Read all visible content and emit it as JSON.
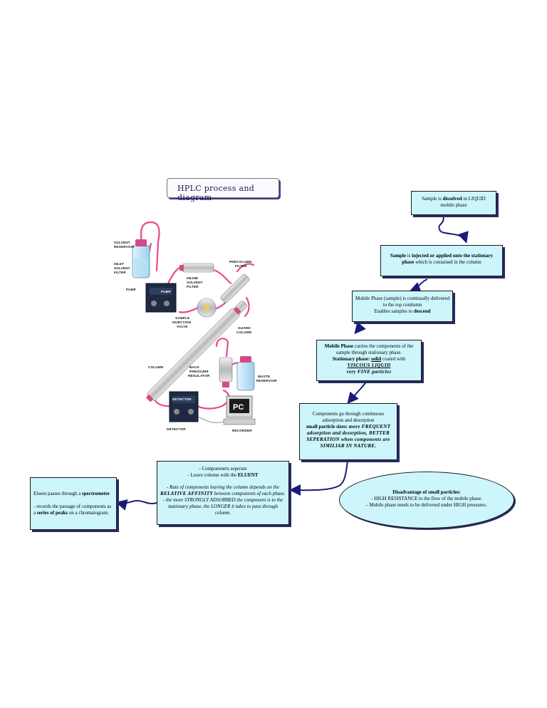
{
  "title": "HPLC process and diagram",
  "diagram_labels": {
    "solvent_reservoir": [
      "SOLVENT",
      "RESERVOIR"
    ],
    "inlet_solvent_filter": [
      "INLET",
      "SOLVENT",
      "FILTER"
    ],
    "pump": "PUMP",
    "pump_panel": "PUMP",
    "inline_solvent_filter": [
      "INLINE",
      "SOLVENT",
      "FILTER"
    ],
    "precolumn_filter": [
      "PRECOLUMN",
      "FILTER"
    ],
    "sample_injection_valve": [
      "SAMPLE",
      "INJECTION",
      "VALVE"
    ],
    "guard_column": [
      "GUARD",
      "COLUMN"
    ],
    "column": "COLUMN",
    "back_pressure_regulator": [
      "BACK",
      "PRESSURE",
      "REGULATOR"
    ],
    "waste_reservoir": [
      "WASTE",
      "RESERVOIR"
    ],
    "detector": "DETECTOR",
    "detector_panel": "DETECTOR",
    "pc": "PC",
    "recorder": "RECORDER"
  },
  "steps": {
    "s1": {
      "a": "Sample is ",
      "b": "dissolved",
      "c": " in LIQUID mobile phase"
    },
    "s2": {
      "a": "Sample",
      "b": " is ",
      "c": "injected or applied onto the stationary phase",
      "d": " which is contained in the column"
    },
    "s3": {
      "a": "Mobile Phase (sample) is continually delivered to the top comlumn",
      "b": "Enables samples to ",
      "c": "descend"
    },
    "s4": {
      "a": "Mobile Phase",
      "b": " carries the components of the sample through stationary phase.",
      "c": "Stationary phase: ",
      "d": "solid",
      "e": " coated with",
      "f": "VISCOUS LIQUID",
      "g": "very FINE particles"
    },
    "s5": {
      "a": "Components go through continuous adsorption and desorption",
      "b": "small particle sizes: ",
      "c": "more FREQUENT adsorption and desorption, BETTER SEPERATION when components are SIMILIAR IN NATURE."
    },
    "s6": {
      "a": "- Componenets seperate",
      "b": "- Leave column with the ",
      "c": "ELUENT",
      "d": "- Rate of components leaving the column depends on the ",
      "e": "RELATIVE AFFINITY",
      "f": " between components of each phase.",
      "g": "- the more STRONGLY ADSORBED the component is to the stationary phase, the LONGER it takes to pass through column."
    },
    "s7": {
      "a": "Eluent passes through a ",
      "b": "spectrometer",
      "c": "- records the passage of components as a ",
      "d": "series of peaks",
      "e": " on a chromatogram."
    },
    "disadvantage": {
      "title": "Disadvantage of small particles:",
      "a": "- HIGH RESISTANCE to the flow of the mobile phase.",
      "b": "- Mobile phase needs to be delivered under HIGH pressures."
    }
  },
  "colors": {
    "box_fill": "#ccf6fc",
    "arrow": "#1a1a7a",
    "tubing": "#e84a8a"
  }
}
